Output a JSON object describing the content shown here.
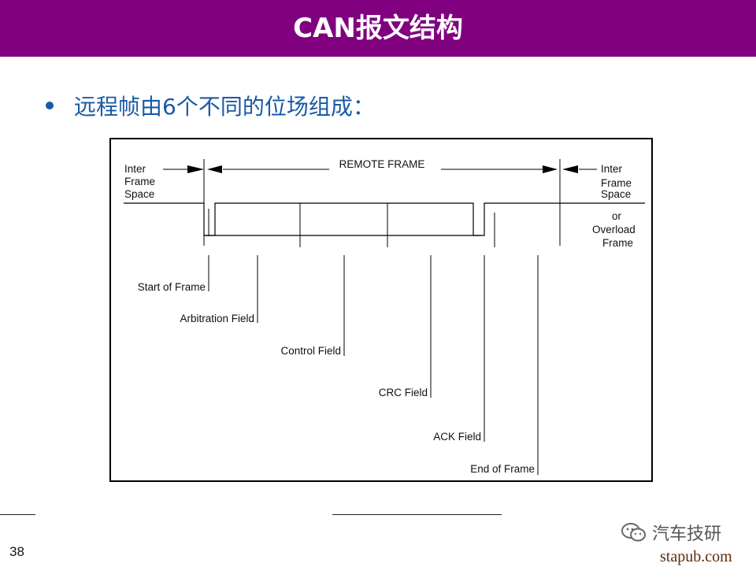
{
  "header": {
    "title": "CAN报文结构",
    "bg_color": "#800080"
  },
  "bullet": {
    "text": "远程帧由6个不同的位场组成："
  },
  "diagram": {
    "frame_label": "REMOTE FRAME",
    "left_space": [
      "Inter",
      "Frame",
      "Space"
    ],
    "right_space": [
      "Inter",
      "Frame",
      "Space"
    ],
    "right_or": "or",
    "right_overload": [
      "Overload",
      "Frame"
    ],
    "fields": [
      {
        "label": "Start of Frame"
      },
      {
        "label": "Arbitration Field"
      },
      {
        "label": "Control Field"
      },
      {
        "label": "CRC Field"
      },
      {
        "label": "ACK Field"
      },
      {
        "label": "End of Frame"
      }
    ]
  },
  "footer": {
    "page_number": "38",
    "watermark_text": "汽车技研",
    "watermark_icon": "wechat-icon",
    "site": "stapub.com"
  }
}
